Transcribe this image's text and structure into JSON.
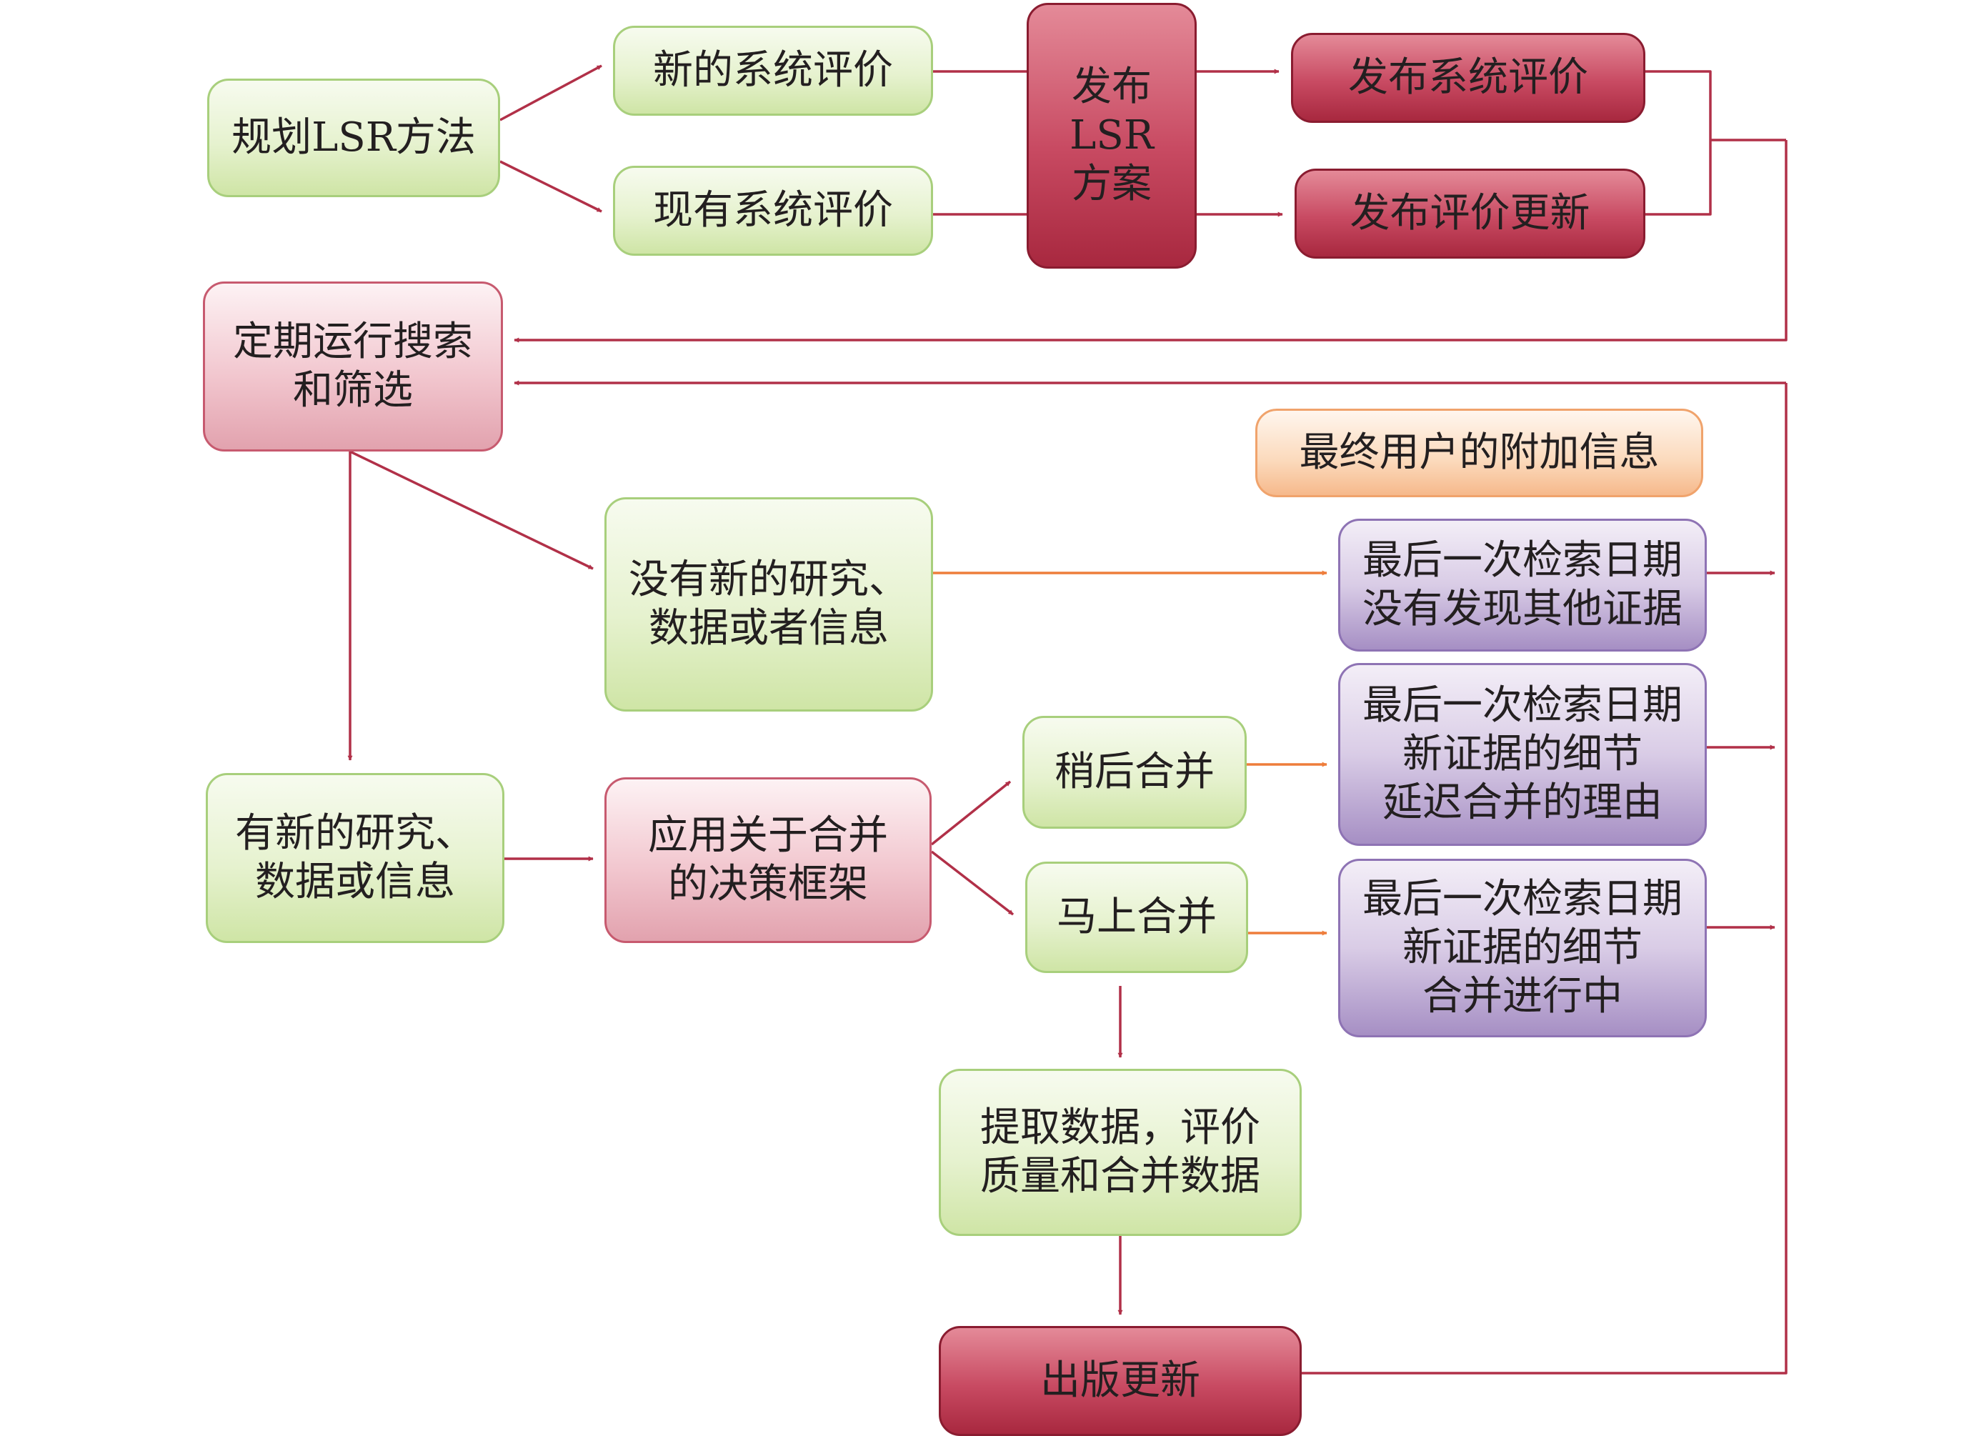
{
  "colors": {
    "arrow_primary": "#b13048",
    "arrow_secondary": "#ee7d3b",
    "node_green": "#d7eab4",
    "node_pink": "#ecb5c0",
    "node_red": "#c0405a",
    "node_purple": "#c6b5da",
    "node_orange": "#fbd2b0"
  },
  "nodes": {
    "plan_lsr": "规划LSR方法",
    "new_review": "新的系统评价",
    "existing_review": "现有系统评价",
    "publish_protocol": "发布\nLSR\n方案",
    "publish_review": "发布系统评价",
    "publish_update": "发布评价更新",
    "run_search": "定期运行搜索\n和筛选",
    "end_user_info": "最终用户的附加信息",
    "no_new_evidence": "没有新的研究、\n数据或者信息",
    "last_search_none": "最后一次检索日期\n没有发现其他证据",
    "has_new_evidence": "有新的研究、\n数据或信息",
    "decision_framework": "应用关于合并\n的决策框架",
    "merge_later": "稍后合并",
    "merge_now": "马上合并",
    "last_search_delay": "最后一次检索日期\n新证据的细节\n延迟合并的理由",
    "last_search_progress": "最后一次检索日期\n新证据的细节\n合并进行中",
    "extract_data": "提取数据，评价\n质量和合并数据",
    "publish_version": "出版更新"
  }
}
